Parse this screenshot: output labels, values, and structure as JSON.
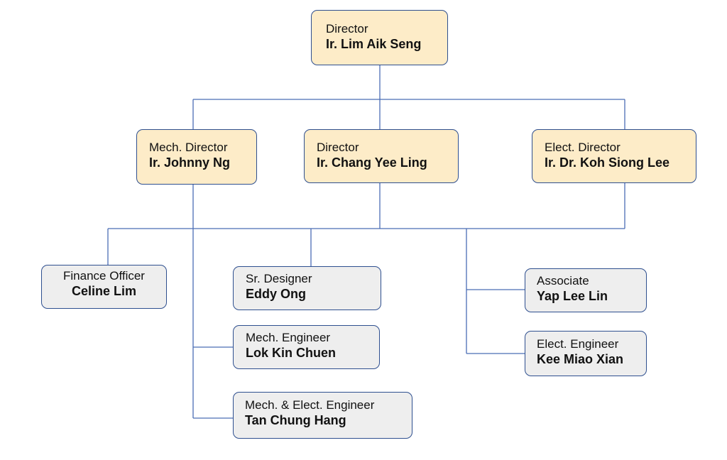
{
  "org_chart": {
    "top": {
      "role": "Director",
      "name": "Ir. Lim Aik Seng"
    },
    "directors": [
      {
        "role": "Mech. Director",
        "name": "Ir. Johnny Ng"
      },
      {
        "role": "Director",
        "name": "Ir. Chang Yee Ling"
      },
      {
        "role": "Elect. Director",
        "name": "Ir. Dr. Koh Siong Lee"
      }
    ],
    "staff": [
      {
        "role": "Finance Officer",
        "name": "Celine Lim"
      },
      {
        "role": "Sr. Designer",
        "name": "Eddy Ong"
      },
      {
        "role": "Mech. Engineer",
        "name": "Lok Kin Chuen"
      },
      {
        "role": "Mech. & Elect. Engineer",
        "name": "Tan Chung Hang"
      },
      {
        "role": "Associate",
        "name": "Yap Lee Lin"
      },
      {
        "role": "Elect. Engineer",
        "name": "Kee Miao Xian"
      }
    ]
  },
  "colors": {
    "director_fill": "#fdecc8",
    "staff_fill": "#eeeeee",
    "border": "#2e4f8f",
    "connector": "#4a6db5"
  }
}
